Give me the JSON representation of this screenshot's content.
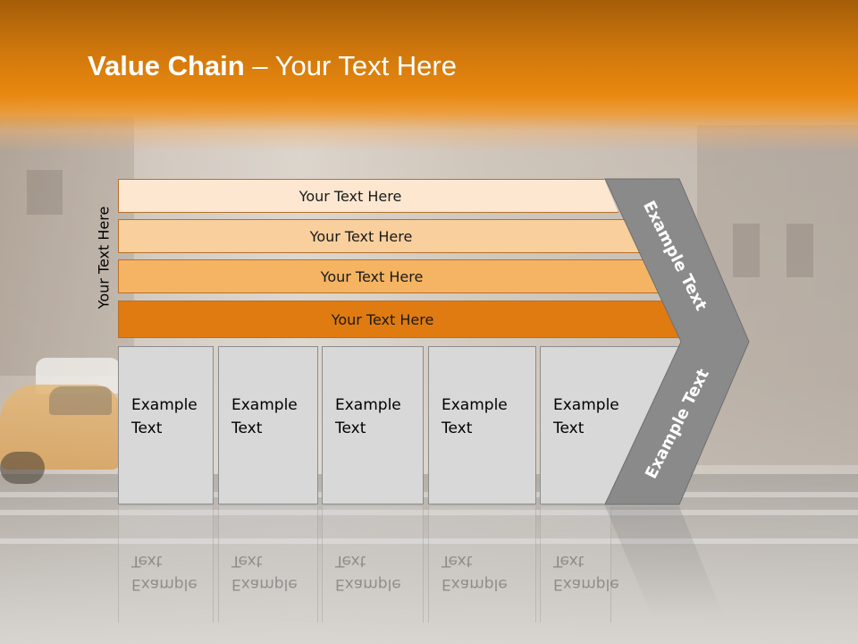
{
  "title": {
    "bold": "Value Chain",
    "rest": " – Your Text Here"
  },
  "side_label": "Your Text Here",
  "support_rows": [
    {
      "label": "Your Text Here",
      "color": "#fde7d0"
    },
    {
      "label": "Your Text Here",
      "color": "#f9cf9d"
    },
    {
      "label": "Your Text Here",
      "color": "#f5b463"
    },
    {
      "label": "Your Text Here",
      "color": "#e07b12"
    }
  ],
  "primary_boxes": [
    {
      "line1": "Example",
      "line2": "Text"
    },
    {
      "line1": "Example",
      "line2": "Text"
    },
    {
      "line1": "Example",
      "line2": "Text"
    },
    {
      "line1": "Example",
      "line2": "Text"
    },
    {
      "line1": "Example",
      "line2": "Text"
    }
  ],
  "chevron": {
    "upper_label": "Example Text",
    "lower_label": "Example Text",
    "color": "#8a8a8a"
  },
  "colors": {
    "header": "#e8880e",
    "box": "#d8d8d8"
  }
}
